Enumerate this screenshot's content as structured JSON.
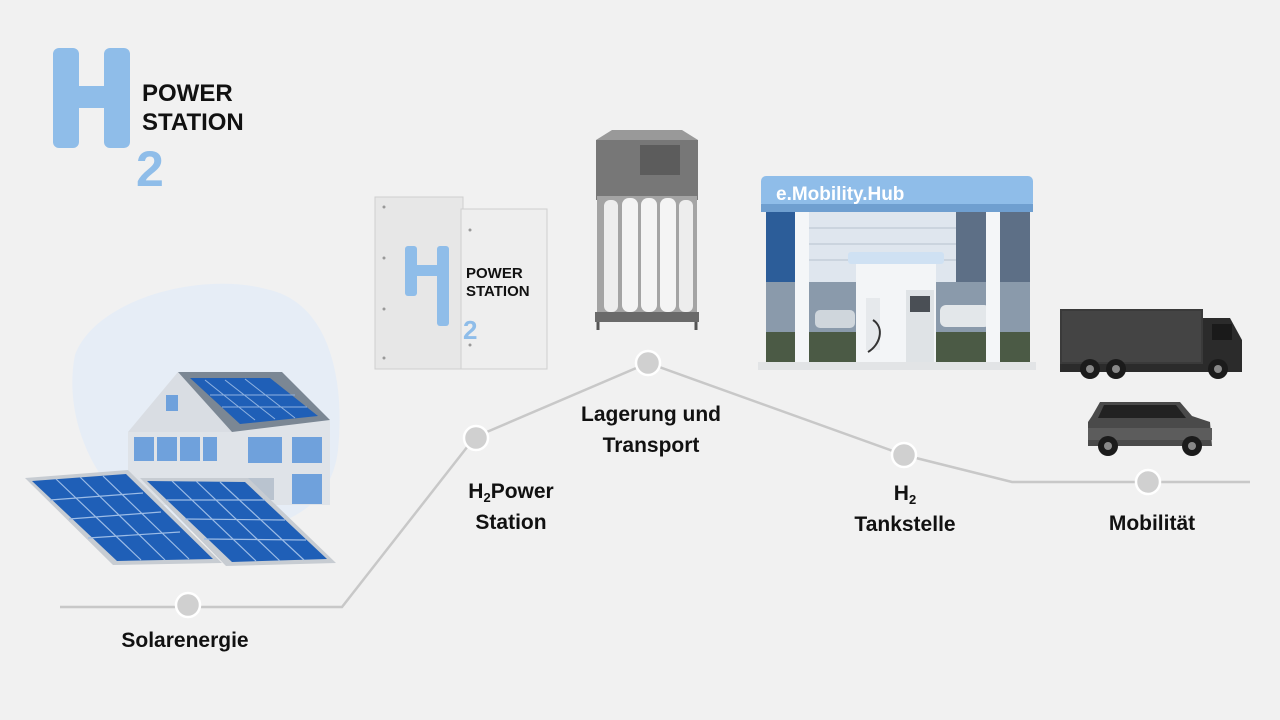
{
  "logo": {
    "letter": "H",
    "subscript": "2",
    "line1": "POWER",
    "line2": "STATION",
    "color": "#8fbde9"
  },
  "hub_sign": "e.Mobility.Hub",
  "stages": [
    {
      "id": "solar",
      "label": "Solarenergie",
      "icon": "house-with-solar-panels-icon"
    },
    {
      "id": "power-station",
      "label_prefix": "H",
      "label_sub": "2",
      "label_line1": "Power",
      "label_line2": "Station",
      "icon": "h2-power-station-cabinet-icon"
    },
    {
      "id": "storage",
      "label_line1": "Lagerung und",
      "label_line2": "Transport",
      "icon": "hydrogen-gas-cylinder-rack-icon"
    },
    {
      "id": "fuel-station",
      "label_prefix": "H",
      "label_sub": "2",
      "label_line2": "Tankstelle",
      "icon": "hydrogen-fuel-station-icon"
    },
    {
      "id": "mobility",
      "label": "Mobilität",
      "icon": "truck-and-car-icon"
    }
  ],
  "colors": {
    "background": "#f1f1f1",
    "line": "#c8c8c8",
    "node": "#d0d0d0",
    "solar_blue": "#1f5fb7",
    "accent_blue": "#8fbde9"
  }
}
